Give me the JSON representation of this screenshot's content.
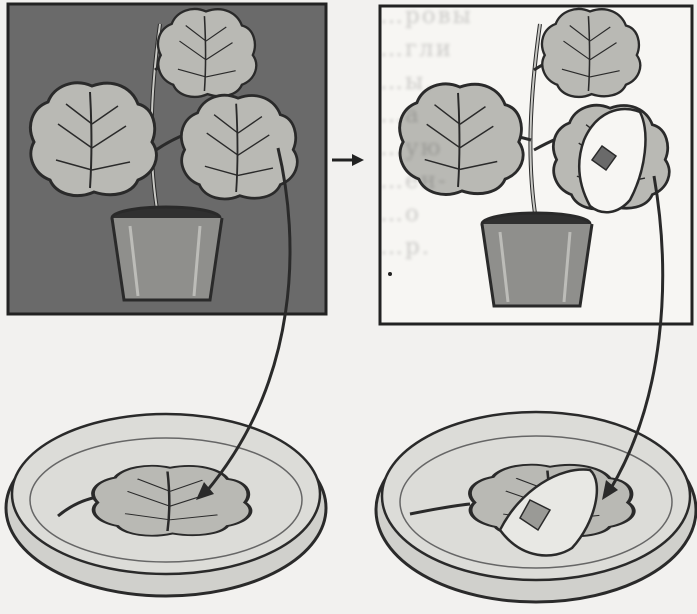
{
  "figure": {
    "panels": [
      {
        "id": "before",
        "background": "dark",
        "plant": "potted plant with three leaves"
      },
      {
        "id": "after",
        "background": "light",
        "plant": "potted plant with one leaf partly covered by a stencil with a diamond cut-out"
      }
    ],
    "dishes": [
      {
        "id": "left-dish",
        "content": "detached leaf"
      },
      {
        "id": "right-dish",
        "content": "detached leaf with stencil and diamond"
      }
    ],
    "bleed_through_text": [
      "…ровы",
      "…гли",
      "…ы.",
      "…а",
      "…ую",
      "…ен-",
      "…о",
      "…р."
    ],
    "colors": {
      "dark_panel": "#6a6a6a",
      "ink": "#2a2a2a",
      "leaf_fill": "#b9b9b4",
      "pot_fill": "#8f8f8c",
      "dish_fill": "#d0d0cc"
    }
  }
}
